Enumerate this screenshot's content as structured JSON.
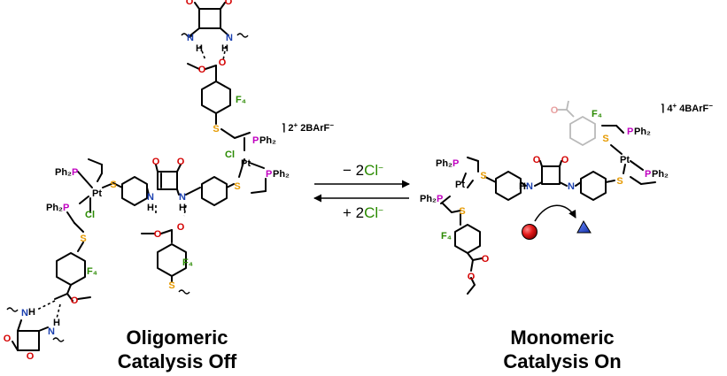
{
  "labels": {
    "off_line1": "Oligomeric",
    "off_line2": "Catalysis Off",
    "on_line1": "Monomeric",
    "on_line2": "Catalysis On",
    "charge_left": "2+ 2BArF−",
    "charge_right": "4+ 4BArF−",
    "forward_arrow": "− 2Cl−",
    "reverse_arrow": "+ 2Cl−"
  },
  "atoms": {
    "pt": "Pt",
    "cl": "Cl",
    "ph2p": "Ph₂P",
    "pph2": "PPh₂",
    "s": "S",
    "nh": "NH",
    "hn": "HN",
    "n": "N",
    "h": "H",
    "o": "O",
    "f4": "F₄"
  },
  "colors": {
    "sulfur": "#e69a00",
    "phosphorus": "#c000c0",
    "nitrogen": "#1a3fb0",
    "oxygen": "#d40000",
    "fluorine": "#2a8a00",
    "chloride": "#2a8a00",
    "substrate_sphere": "#dd1111",
    "product_triangle": "#1a3fd0"
  }
}
